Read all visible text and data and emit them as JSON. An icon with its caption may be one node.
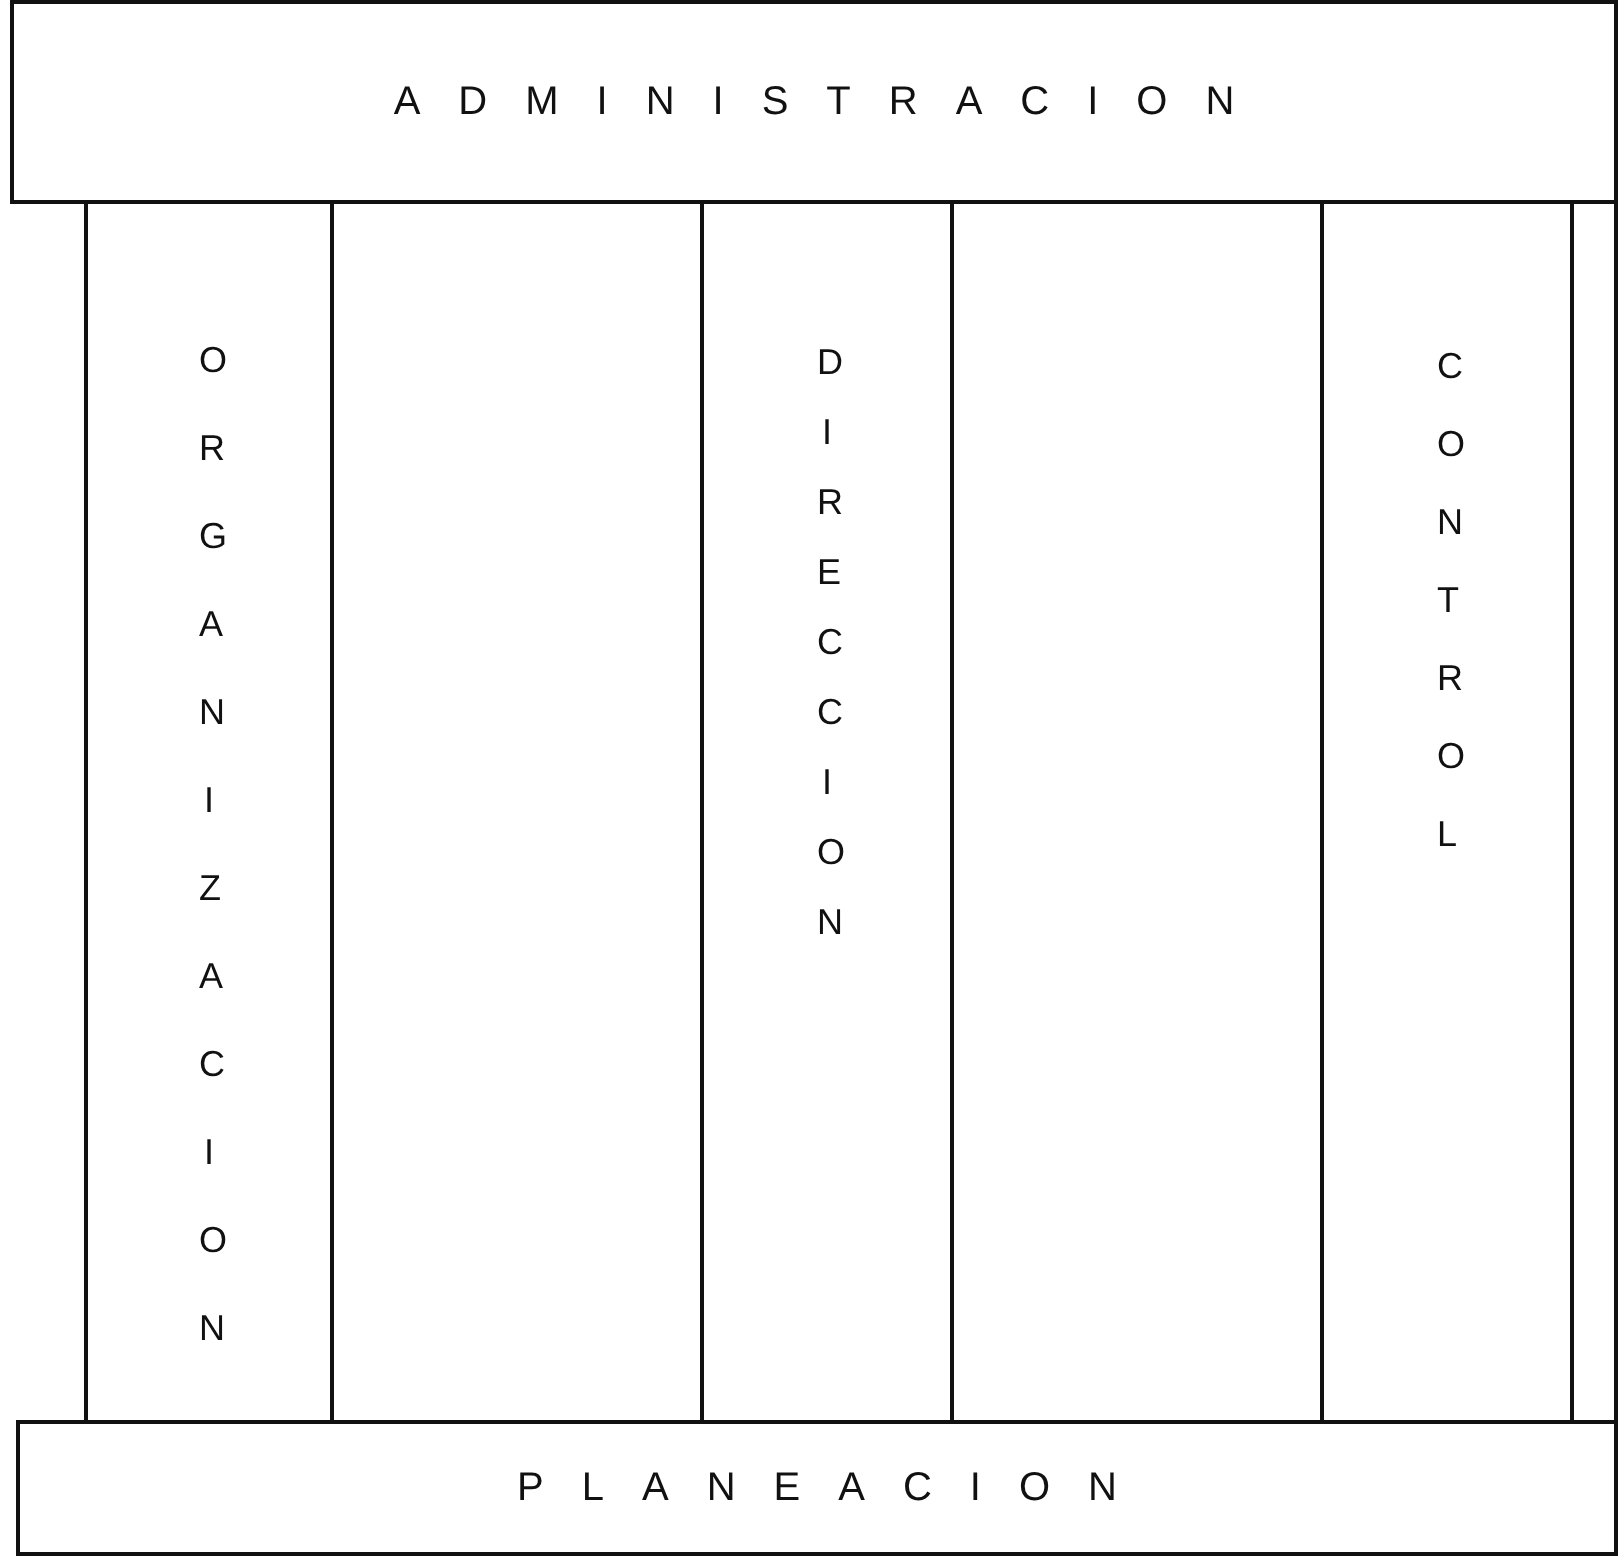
{
  "diagram": {
    "nodes": [
      {
        "text": [
          "ADMINISTRACION"
        ]
      },
      {
        "text": [
          "ORGANIZACION"
        ]
      },
      {
        "text": [],
        "shape": "box"
      },
      {
        "text": [
          "DIRECCION"
        ]
      },
      {
        "text": [],
        "shape": "box"
      },
      {
        "text": [
          "CONTROL"
        ]
      },
      {
        "text": [],
        "shape": "box"
      },
      {
        "text": [
          "PLANEACION"
        ]
      }
    ]
  }
}
